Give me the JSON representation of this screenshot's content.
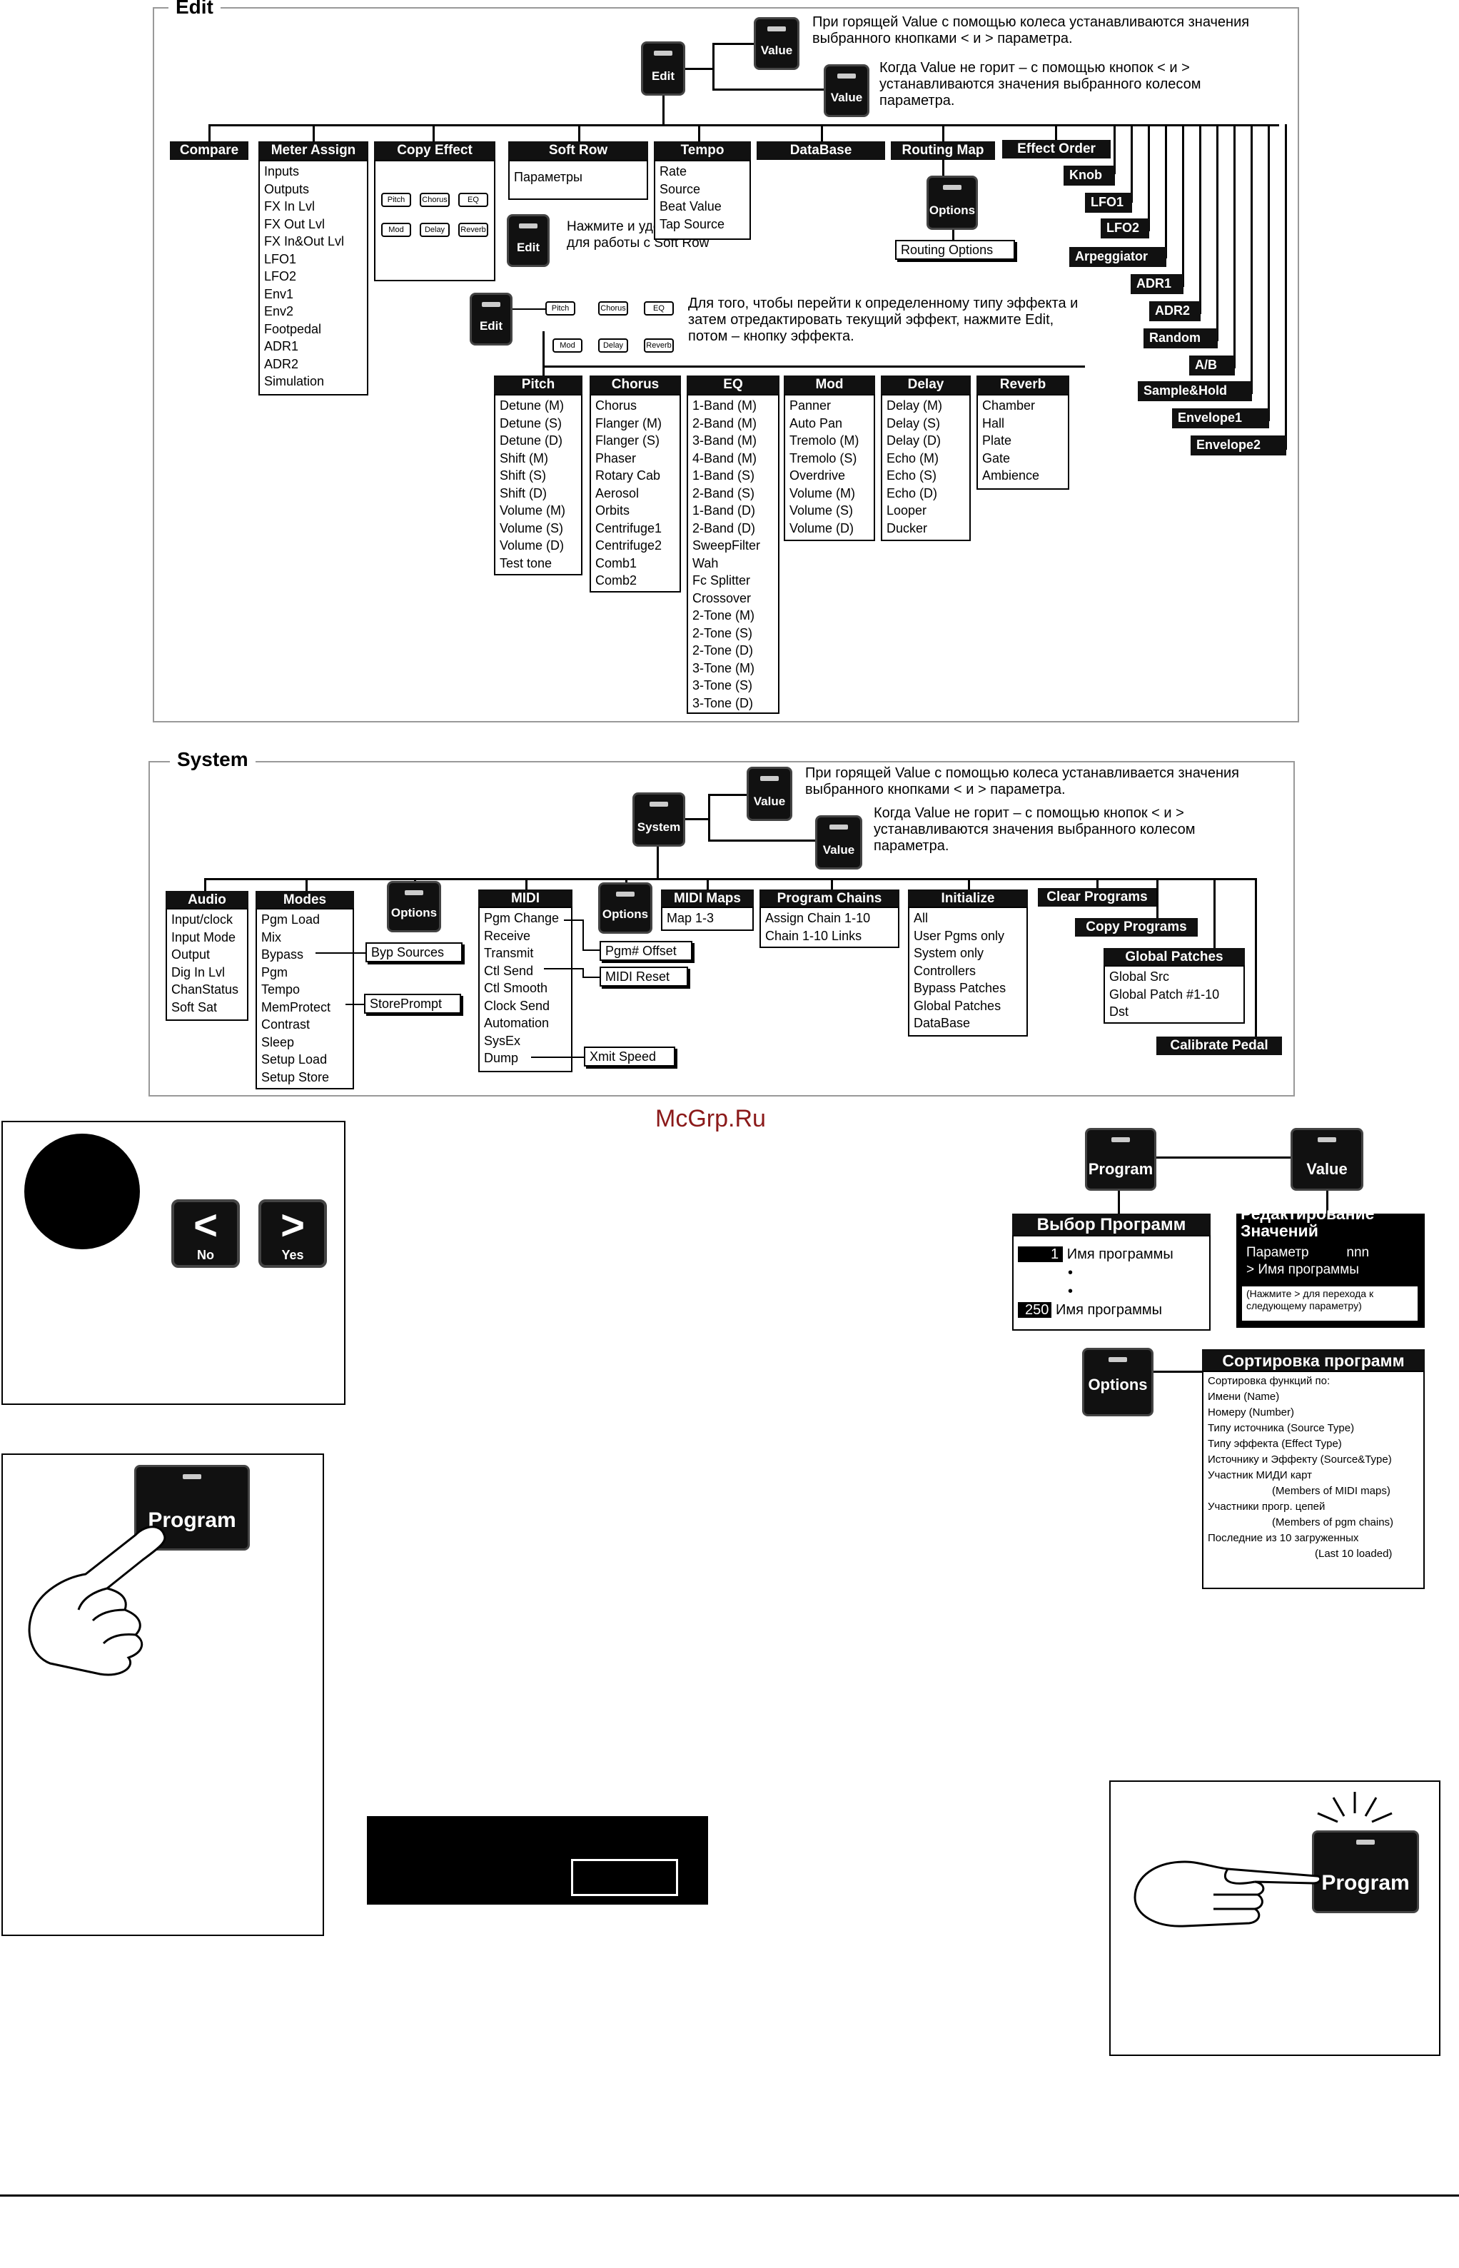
{
  "edit": {
    "title": "Edit",
    "edit_key": "Edit",
    "value_key": "Value",
    "note_value_on": "При горящей Value с помощью колеса устанавливаются значения выбранного кнопками < и > параметра.",
    "note_value_off": "Когда Value не горит – с помощью кнопок < и > устанавливаются значения выбранного колесом параметра.",
    "menus": {
      "compare": "Compare",
      "meter_assign": {
        "label": "Meter Assign",
        "items": [
          "Inputs",
          "Outputs",
          "FX In Lvl",
          "FX Out Lvl",
          "FX In&Out Lvl",
          "LFO1",
          "LFO2",
          "Env1",
          "Env2",
          "Footpedal",
          "ADR1",
          "ADR2",
          "Simulation"
        ]
      },
      "copy_effect": {
        "label": "Copy Effect",
        "buttons": [
          "Pitch",
          "Chorus",
          "EQ",
          "Mod",
          "Delay",
          "Reverb"
        ]
      },
      "soft_row": {
        "label": "Soft Row",
        "content": "Параметры",
        "note": "Нажмите и удерживайте Edit для работы с Soft Row"
      },
      "tempo": {
        "label": "Tempo",
        "items": [
          "Rate",
          "Source",
          "Beat Value",
          "Tap Source"
        ]
      },
      "database": "DataBase",
      "routing_map": {
        "label": "Routing Map",
        "options_key": "Options",
        "options_label": "Routing Options"
      },
      "effect_order": "Effect Order",
      "effect_order_items": [
        "Knob",
        "LFO1",
        "LFO2",
        "Arpeggiator",
        "ADR1",
        "ADR2",
        "Random",
        "A/B",
        "Sample&Hold",
        "Envelope1",
        "Envelope2"
      ]
    },
    "fx_note": "Для того, чтобы перейти к определенному типу эффекта и затем отредактировать текущий эффект, нажмите Edit, потом – кнопку эффекта.",
    "fx_buttons": [
      "Pitch",
      "Chorus",
      "EQ",
      "Mod",
      "Delay",
      "Reverb"
    ],
    "effects": [
      {
        "label": "Pitch",
        "items": [
          "Detune (M)",
          "Detune (S)",
          "Detune (D)",
          "Shift (M)",
          "Shift (S)",
          "Shift (D)",
          "Volume (M)",
          "Volume (S)",
          "Volume (D)",
          "Test tone"
        ]
      },
      {
        "label": "Chorus",
        "items": [
          "Chorus",
          "Flanger (M)",
          "Flanger (S)",
          "Phaser",
          "Rotary Cab",
          "Aerosol",
          "Orbits",
          "Centrifuge1",
          "Centrifuge2",
          "Comb1",
          "Comb2"
        ]
      },
      {
        "label": "EQ",
        "items": [
          "1-Band (M)",
          "2-Band (M)",
          "3-Band (M)",
          "4-Band (M)",
          "1-Band (S)",
          "2-Band (S)",
          "1-Band (D)",
          "2-Band (D)",
          "SweepFilter",
          "Wah",
          "Fc Splitter",
          "Crossover",
          "2-Tone (M)",
          "2-Tone (S)",
          "2-Tone (D)",
          "3-Tone (M)",
          "3-Tone (S)",
          "3-Tone (D)"
        ]
      },
      {
        "label": "Mod",
        "items": [
          "Panner",
          "Auto Pan",
          "Tremolo (M)",
          "Tremolo (S)",
          "Overdrive",
          "Volume (M)",
          "Volume (S)",
          "Volume (D)"
        ]
      },
      {
        "label": "Delay",
        "items": [
          "Delay (M)",
          "Delay (S)",
          "Delay (D)",
          "Echo (M)",
          "Echo (S)",
          "Echo (D)",
          "Looper",
          "Ducker"
        ]
      },
      {
        "label": "Reverb",
        "items": [
          "Chamber",
          "Hall",
          "Plate",
          "Gate",
          "Ambience"
        ]
      }
    ]
  },
  "system": {
    "title": "System",
    "system_key": "System",
    "value_key": "Value",
    "options_key": "Options",
    "note_value_on": "При горящей Value с помощью колеса устанавливается значения выбранного кнопками < и > параметра.",
    "note_value_off": "Когда Value не горит – с помощью кнопок < и > устанавливаются значения выбранного колесом параметра.",
    "audio": {
      "label": "Audio",
      "items": [
        "Input/clock",
        "Input Mode",
        "Output",
        "Dig In Lvl",
        "ChanStatus",
        "Soft Sat"
      ]
    },
    "modes": {
      "label": "Modes",
      "items": [
        "Pgm Load",
        "Mix",
        "Bypass",
        "Pgm",
        "Tempo",
        "MemProtect",
        "Contrast",
        "Sleep",
        "Setup Load",
        "Setup Store"
      ]
    },
    "byp_sources": "Byp Sources",
    "store_prompt": "StorePrompt",
    "midi": {
      "label": "MIDI",
      "items": [
        "Pgm Change",
        "Receive",
        "Transmit",
        "Ctl Send",
        "Ctl Smooth",
        "Clock Send",
        "Automation",
        "SysEx",
        "Dump"
      ]
    },
    "pgm_offset": "Pgm# Offset",
    "midi_reset": "MIDI Reset",
    "xmit_speed": "Xmit Speed",
    "midi_maps": {
      "label": "MIDI Maps",
      "items": [
        "Map 1-3"
      ]
    },
    "program_chains": {
      "label": "Program Chains",
      "items": [
        "Assign Chain 1-10",
        "Chain 1-10 Links"
      ]
    },
    "initialize": {
      "label": "Initialize",
      "items": [
        "All",
        "User Pgms only",
        "System only",
        "Controllers",
        "Bypass Patches",
        "Global Patches",
        "DataBase"
      ]
    },
    "clear_programs": "Clear Programs",
    "copy_programs": "Copy Programs",
    "global_patches": {
      "label": "Global Patches",
      "items": [
        "Global Src",
        "Global Patch #1-10",
        "Dst"
      ]
    },
    "calibrate_pedal": "Calibrate Pedal"
  },
  "watermark": "McGrp.Ru",
  "controls": {
    "left_label": "<",
    "left_sub": "No",
    "right_label": ">",
    "right_sub": "Yes"
  },
  "program_press": {
    "label": "Program"
  },
  "program_diagram": {
    "program_key": "Program",
    "value_key": "Value",
    "options_key": "Options",
    "select": {
      "title": "Выбор Программ",
      "first_num": "1",
      "first_name": "Имя программы",
      "dot1": "•",
      "dot2": "•",
      "last_num": "250",
      "last_name": "Имя программы"
    },
    "edit_values": {
      "title": "Редактирование Значений",
      "line1": "Параметр          nnn",
      "line2": "> Имя программы",
      "note": "(Нажмите > для перехода к следующему параметру)"
    },
    "sort": {
      "title": "Сортировка программ",
      "lines": [
        "Сортировка функций по:",
        "Имени (Name)",
        "Номеру (Number)",
        "Типу источника (Source Type)",
        "Типу эффекта (Effect Type)",
        "Источнику и Эффекту (Source&Type)",
        "Участник МИДИ карт",
        "(Members of MIDI maps)",
        "Участники прогр. цепей",
        "(Members of pgm chains)",
        "Последние из 10 загруженных",
        "(Last 10 loaded)"
      ]
    }
  },
  "program_lit": {
    "label": "Program"
  }
}
